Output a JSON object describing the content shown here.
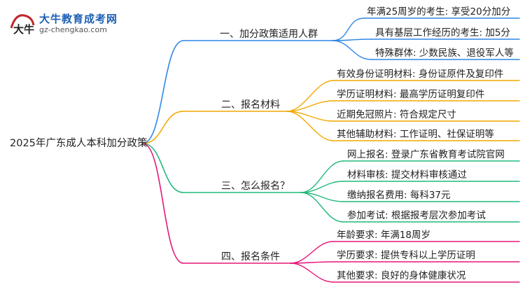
{
  "logo": {
    "title": "大牛教育成考网",
    "url": "gz-chengkao.com",
    "mark_text": "大牛"
  },
  "colors": {
    "branch_blue": "#2f86e6",
    "branch_orange": "#f2a900",
    "branch_green": "#21b97a",
    "branch_pink": "#e6177a"
  },
  "root": {
    "label": "2025年广东成人本科加分政策"
  },
  "branches": [
    {
      "label": "一、加分政策适用人群",
      "color": "#2f86e6",
      "leaves": [
        "年满25周岁的考生: 享受20分加分",
        "具有基层工作经历的考生: 加5分",
        "特殊群体: 少数民族、退役军人等"
      ]
    },
    {
      "label": "二、报名材料",
      "color": "#f2a900",
      "leaves": [
        "有效身份证明材料: 身份证原件及复印件",
        "学历证明材料: 最高学历证明复印件",
        "近期免冠照片: 符合规定尺寸",
        "其他辅助材料: 工作证明、社保证明等"
      ]
    },
    {
      "label": "三、怎么报名？",
      "color": "#21b97a",
      "leaves": [
        "网上报名: 登录广东省教育考试院官网",
        "材料审核: 提交材料审核通过",
        "缴纳报名费用: 每科37元",
        "参加考试: 根据报考层次参加考试"
      ]
    },
    {
      "label": "四、报名条件",
      "color": "#e6177a",
      "leaves": [
        "年龄要求: 年满18周岁",
        "学历要求: 提供专科以上学历证明",
        "其他要求: 良好的身体健康状况"
      ]
    }
  ]
}
